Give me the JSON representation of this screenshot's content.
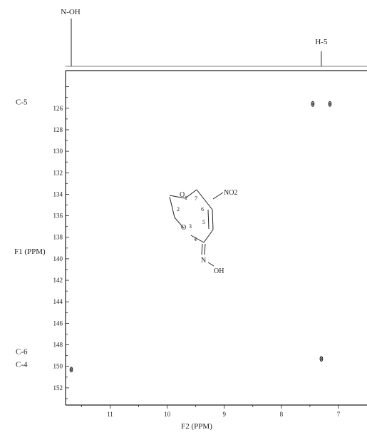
{
  "chart_data": {
    "type": "scatter",
    "title": "",
    "xlabel": "F2 (PPM)",
    "ylabel": "F1 (PPM)",
    "xlim": [
      11.78,
      6.5
    ],
    "ylim": [
      122.5,
      153.6
    ],
    "x_reversed": true,
    "grid": false,
    "x_ticks": [
      11,
      10,
      9,
      8,
      7
    ],
    "y_ticks": [
      126,
      128,
      130,
      132,
      134,
      136,
      138,
      140,
      142,
      144,
      146,
      148,
      150,
      152
    ],
    "top_projection_peaks": [
      {
        "label": "N-OH",
        "x": 11.68
      },
      {
        "label": "H-5",
        "x": 7.3
      }
    ],
    "left_row_labels": [
      {
        "label": "C-5",
        "y": 125.4
      },
      {
        "label": "C-6",
        "y": 148.6
      },
      {
        "label": "C-4",
        "y": 149.8
      }
    ],
    "points": [
      {
        "x": 7.45,
        "y": 125.6
      },
      {
        "x": 7.15,
        "y": 125.6
      },
      {
        "x": 7.3,
        "y": 149.3
      },
      {
        "x": 11.68,
        "y": 150.3
      }
    ],
    "structure": {
      "ring_numbers": [
        "1",
        "2",
        "3",
        "4",
        "5",
        "6",
        "7"
      ],
      "substituent_nitro": "NO2",
      "substituent_oxime": "OH",
      "atom_N": "N",
      "atom_O": "O"
    }
  }
}
